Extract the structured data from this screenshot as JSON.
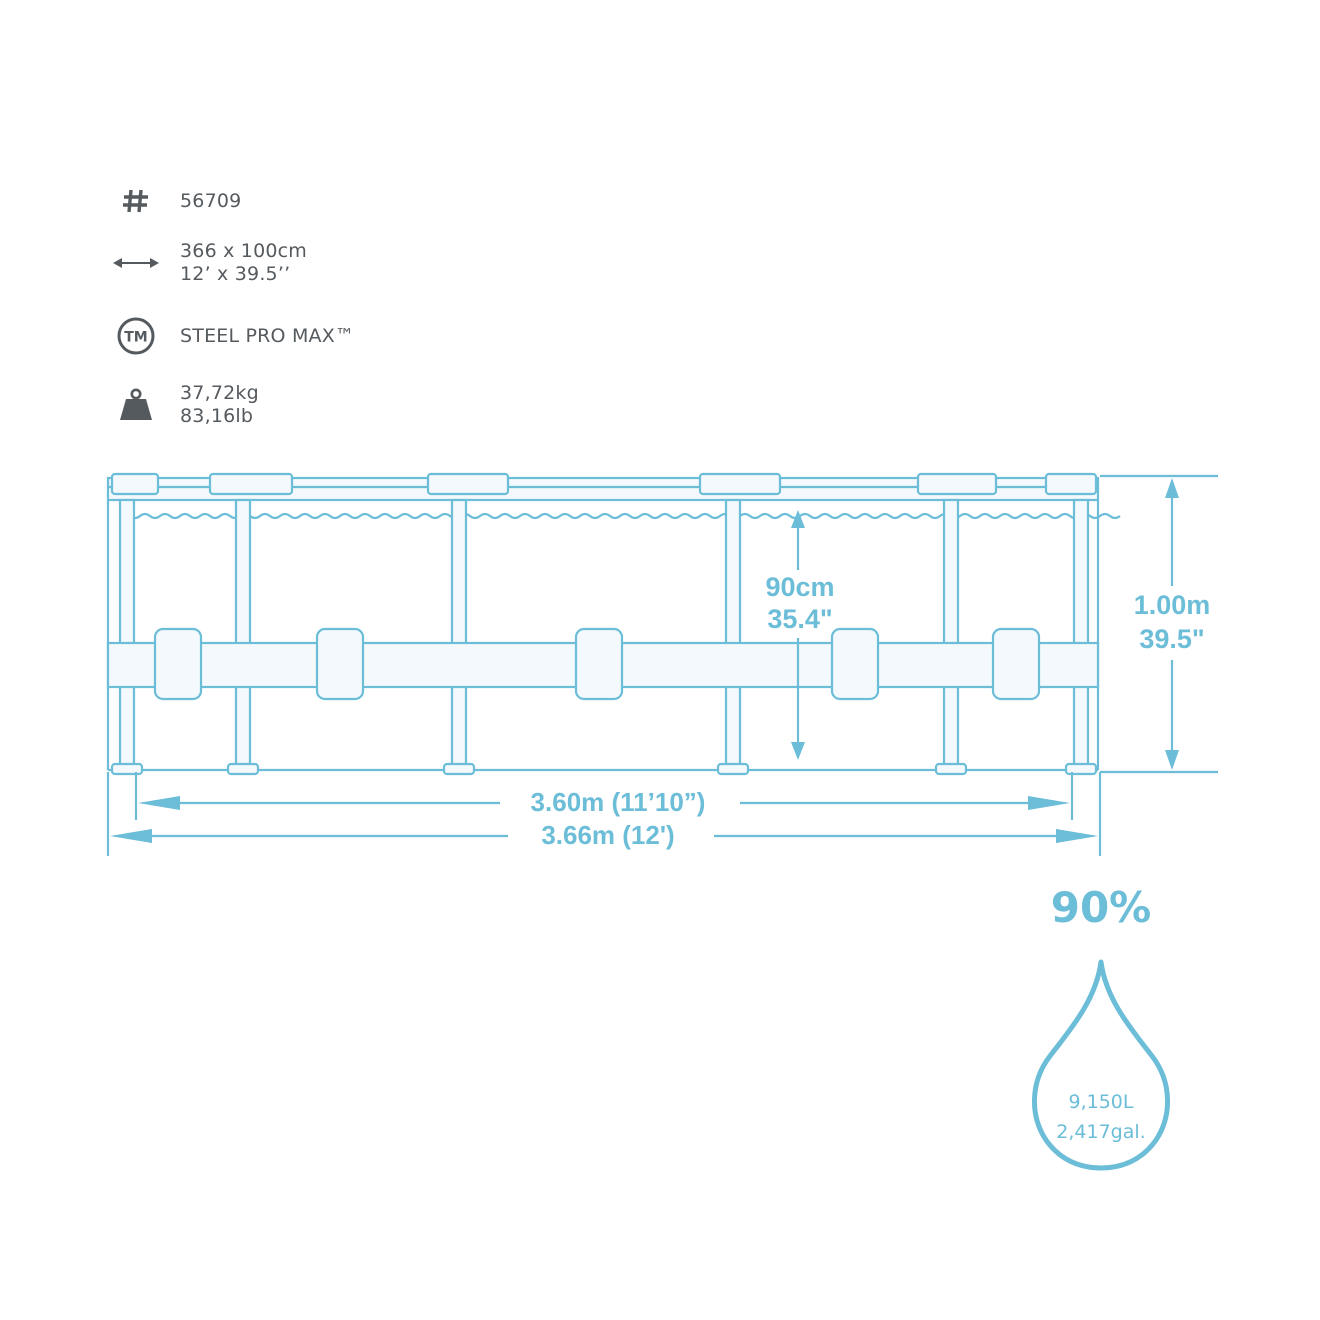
{
  "specs": {
    "model": {
      "icon": "hash-icon",
      "value": "56709"
    },
    "size": {
      "icon": "double-arrow-icon",
      "line1": "366 x 100cm",
      "line2": "12’ x 39.5’’"
    },
    "frame": {
      "icon": "trademark-circle-icon",
      "value": "STEEL PRO MAX™"
    },
    "weight": {
      "icon": "weight-icon",
      "line1": "37,72kg",
      "line2": "83,16lb"
    }
  },
  "diagram": {
    "water_depth": {
      "line1": "90cm",
      "line2": "35.4\""
    },
    "pool_height": {
      "line1": "1.00m",
      "line2": "39.5\""
    },
    "inner_width": "3.60m (11’10”)",
    "outer_width": "3.66m (12')",
    "fill_percent": "90%",
    "volume": {
      "liters": "9,150L",
      "gallons": "2,417gal."
    }
  },
  "colors": {
    "line": "#6bbdd8",
    "fill": "#f3f9fc",
    "text": "#555a5e",
    "icon": "#555a5e"
  }
}
